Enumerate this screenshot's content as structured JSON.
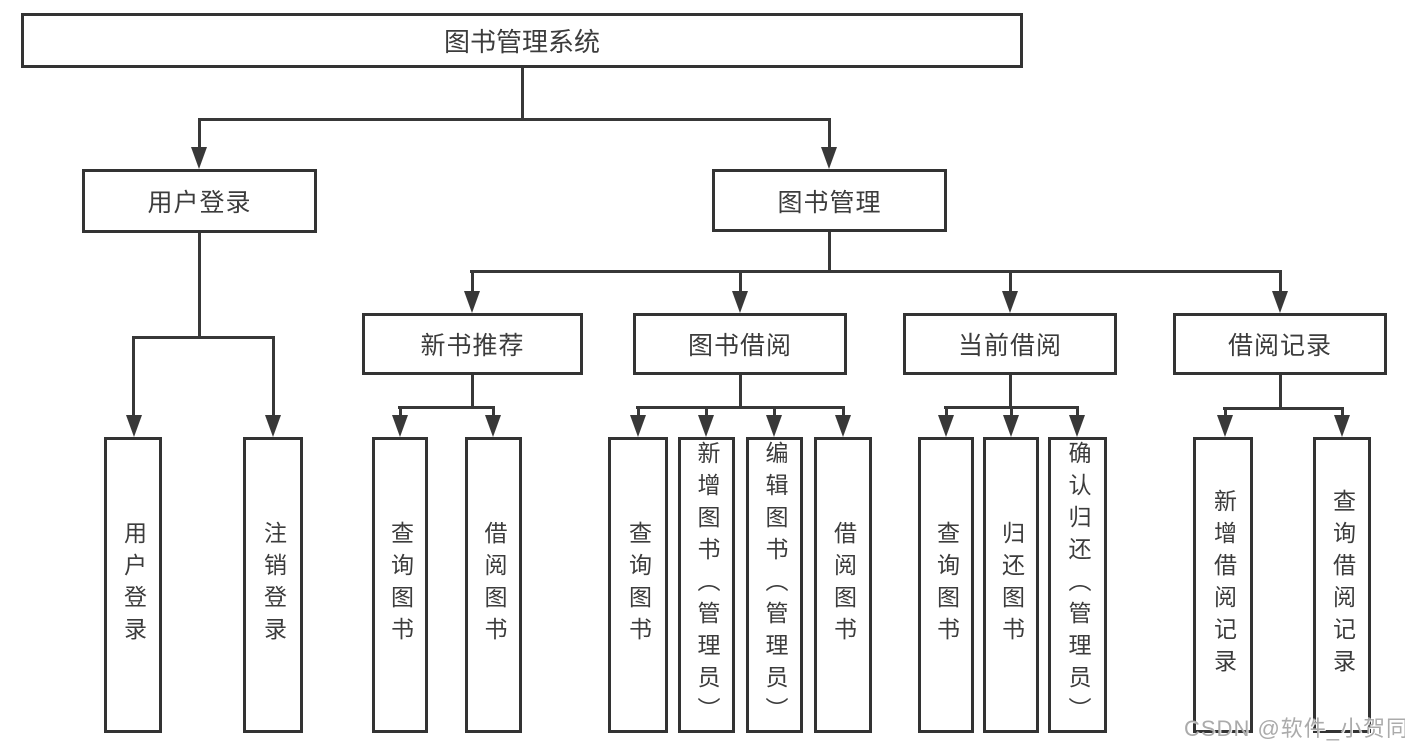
{
  "title": "图书管理系统",
  "nodes": {
    "user_login": "用户登录",
    "book_management": "图书管理",
    "new_book_recommend": "新书推荐",
    "book_borrow": "图书借阅",
    "current_borrow": "当前借阅",
    "borrow_records": "借阅记录"
  },
  "leaves": {
    "user_login_leaf": "用户登录",
    "logout_leaf": "注销登录",
    "query_book_recommend": "查询图书",
    "borrow_book_recommend": "借阅图书",
    "query_book_borrow": "查询图书",
    "add_book_admin": "新增图书（管理员）",
    "edit_book_admin": "编辑图书（管理员）",
    "borrow_book_borrow": "借阅图书",
    "query_book_current": "查询图书",
    "return_book": "归还图书",
    "confirm_return_admin": "确认归还（管理员）",
    "add_borrow_record": "新增借阅记录",
    "query_borrow_record": "查询借阅记录"
  },
  "watermark": "CSDN @软件_小贺同学",
  "colors": {
    "line": "#383838",
    "border": "#333333",
    "text": "#3c3c3c",
    "watermark": "#ababab",
    "background": "#ffffff"
  }
}
